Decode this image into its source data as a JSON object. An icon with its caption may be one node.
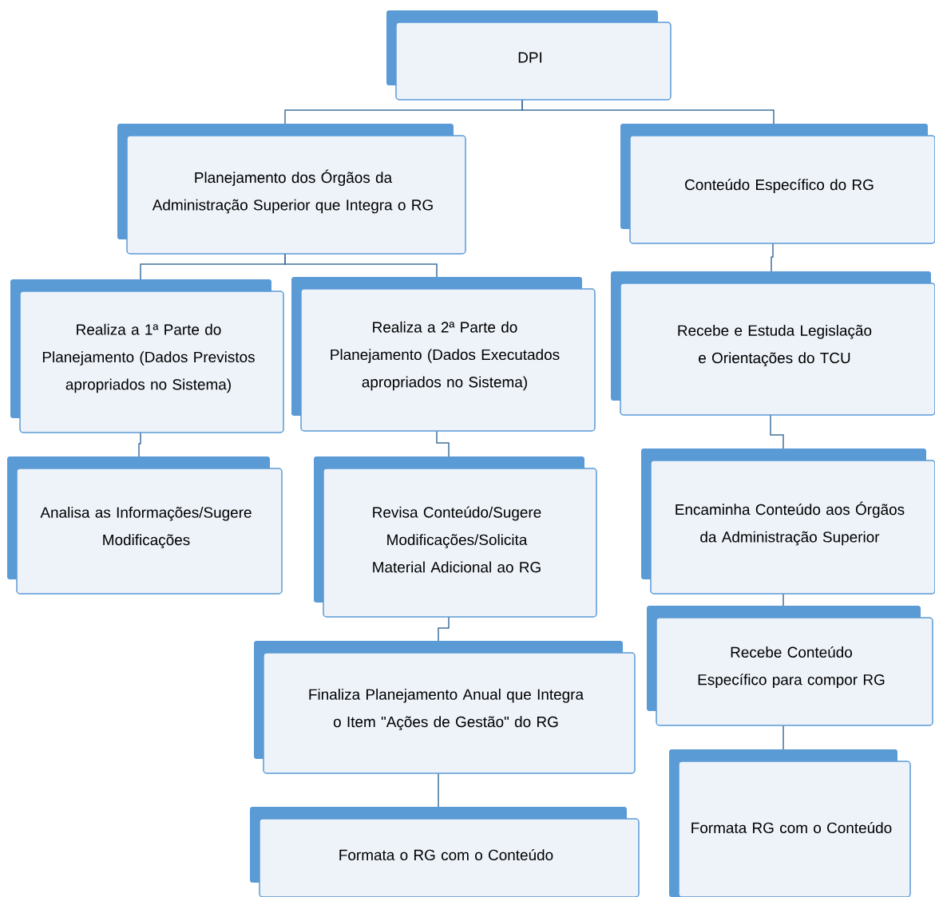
{
  "diagram": {
    "nodes": [
      {
        "text": [
          "DPI"
        ]
      },
      {
        "text": [
          "Planejamento dos Órgãos da Administração Superior que Integra o RG"
        ]
      },
      {
        "text": [
          "Conteúdo Específico do RG"
        ]
      },
      {
        "text": [
          "Realiza a 1ª Parte do Planejamento (Dados Previstos apropriados no Sistema)"
        ]
      },
      {
        "text": [
          "Realiza a 2ª Parte do Planejamento (Dados Executados apropriados no Sistema)"
        ]
      },
      {
        "text": [
          "Recebe e Estuda Legislação e Orientações do TCU"
        ]
      },
      {
        "text": [
          "Analisa as Informações/Sugere Modificações"
        ]
      },
      {
        "text": [
          "Revisa Conteúdo/Sugere Modificações/Solicita Material Adicional ao RG"
        ]
      },
      {
        "text": [
          "Encaminha Conteúdo aos Órgãos da Administração Superior"
        ]
      },
      {
        "text": [
          "Finaliza Planejamento Anual que Integra o Item \"Ações de Gestão\" do RG"
        ]
      },
      {
        "text": [
          "Recebe Conteúdo Específico para compor RG"
        ]
      },
      {
        "text": [
          "Formata o RG com o Conteúdo"
        ]
      },
      {
        "text": [
          "Formata RG com o Conteúdo"
        ]
      }
    ],
    "edges": [
      {
        "from": 0,
        "to": 1,
        "arrow": "none"
      },
      {
        "from": 0,
        "to": 2,
        "arrow": "none"
      },
      {
        "from": 1,
        "to": 3,
        "arrow": "none"
      },
      {
        "from": 1,
        "to": 4,
        "arrow": "none"
      },
      {
        "from": 3,
        "to": 6,
        "arrow": "none"
      },
      {
        "from": 4,
        "to": 7,
        "arrow": "none"
      },
      {
        "from": 7,
        "to": 9,
        "arrow": "none"
      },
      {
        "from": 9,
        "to": 11,
        "arrow": "none"
      },
      {
        "from": 2,
        "to": 5,
        "arrow": "none"
      },
      {
        "from": 5,
        "to": 8,
        "arrow": "none"
      },
      {
        "from": 8,
        "to": 10,
        "arrow": "none"
      },
      {
        "from": 10,
        "to": 12,
        "arrow": "none"
      }
    ]
  }
}
